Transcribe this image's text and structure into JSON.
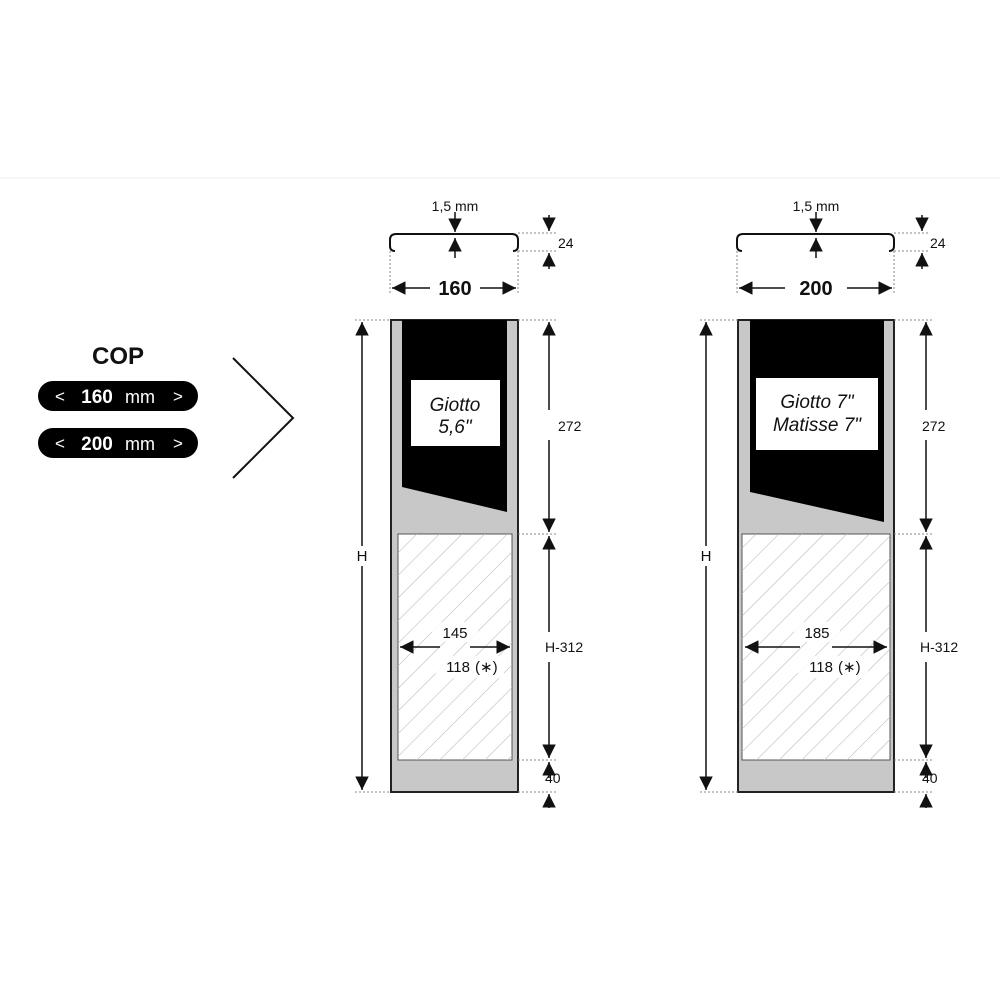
{
  "selector": {
    "title": "COP",
    "options": [
      {
        "lt": "<",
        "value": "160",
        "unit": "mm",
        "gt": ">"
      },
      {
        "lt": "<",
        "value": "200",
        "unit": "mm",
        "gt": ">"
      }
    ]
  },
  "columns": [
    {
      "thickness": "1,5 mm",
      "top_height": "24",
      "width": "160",
      "label_lines": [
        "Giotto",
        "5,6\""
      ],
      "upper_height": "272",
      "total_height": "H",
      "inner_width": "145",
      "inner_sub": "118",
      "asterisk": "(∗)",
      "middle_height": "H-312",
      "bottom_height": "40"
    },
    {
      "thickness": "1,5 mm",
      "top_height": "24",
      "width": "200",
      "label_lines": [
        "Giotto 7\"",
        "Matisse 7\""
      ],
      "upper_height": "272",
      "total_height": "H",
      "inner_width": "185",
      "inner_sub": "118",
      "asterisk": "(∗)",
      "middle_height": "H-312",
      "bottom_height": "40"
    }
  ],
  "colors": {
    "panel_fill": "#c8c8c8",
    "block_fill": "#000000",
    "pill_fill": "#000000",
    "hatch": "#bdbdbd"
  }
}
